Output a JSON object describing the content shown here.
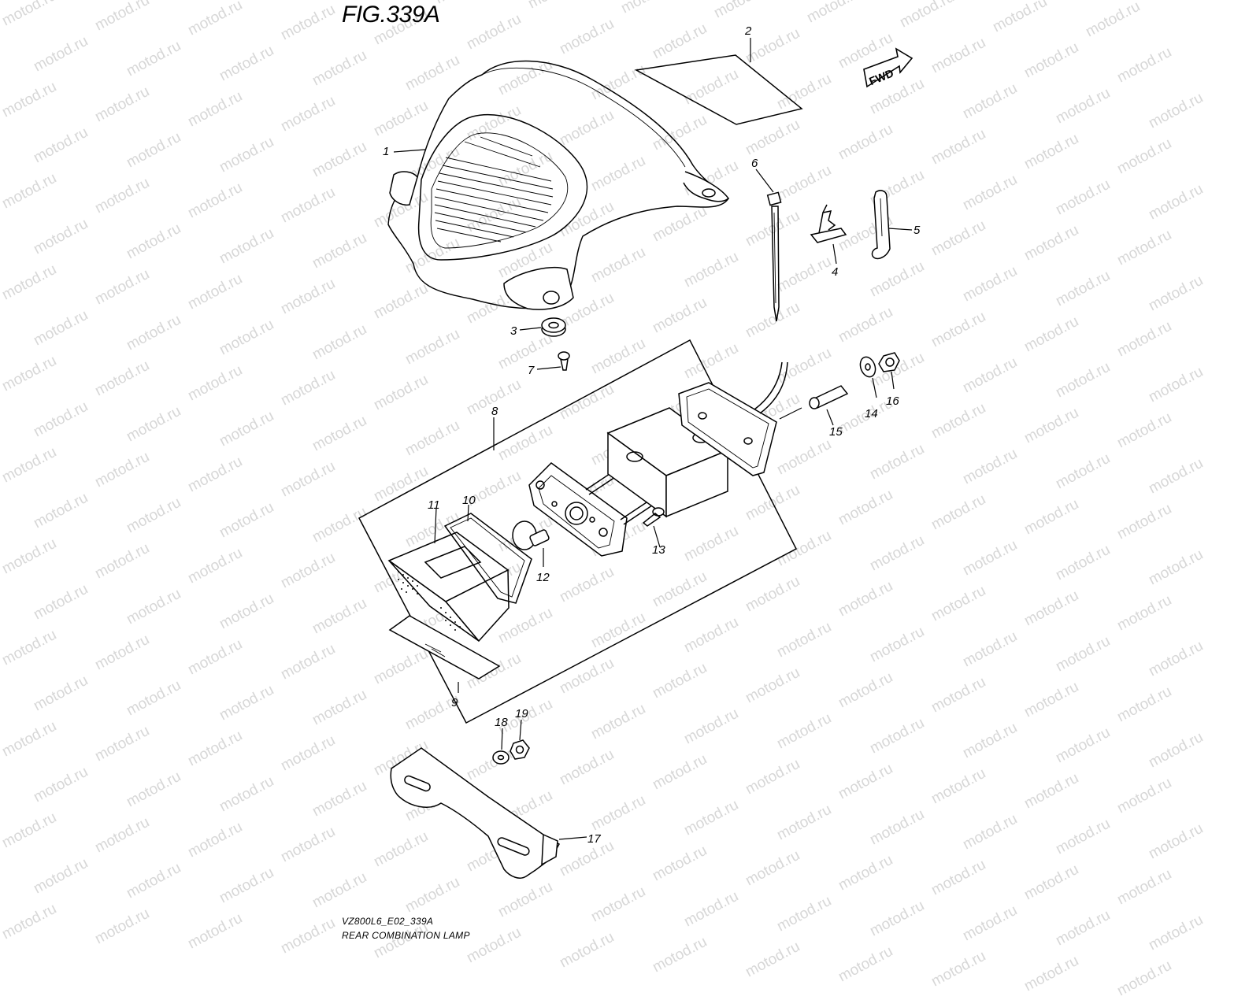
{
  "figure_title": "FIG.339A",
  "watermark": "motod.ru",
  "fwd_label": "FWD",
  "model_code": "VZ800L6_E02_339A",
  "diagram_title": "REAR COMBINATION LAMP",
  "callouts": [
    "1",
    "2",
    "3",
    "4",
    "5",
    "6",
    "7",
    "8",
    "9",
    "10",
    "11",
    "12",
    "13",
    "14",
    "15",
    "16",
    "17",
    "18",
    "19"
  ]
}
